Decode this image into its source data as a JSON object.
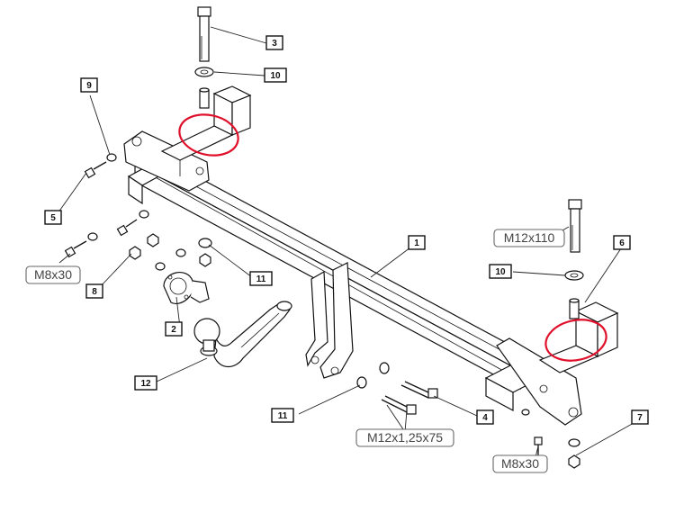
{
  "colors": {
    "line": "#111111",
    "highlight": "#e0102a",
    "spec_text": "#444444"
  },
  "part_labels": {
    "p1": "1",
    "p2": "2",
    "p3": "3",
    "p4": "4",
    "p5": "5",
    "p6": "6",
    "p7": "7",
    "p8": "8",
    "p9": "9",
    "p10a": "10",
    "p10b": "10",
    "p11a": "11",
    "p11b": "11",
    "p12": "12"
  },
  "specs": {
    "bolt_long": "M12x110",
    "bolt_small_left": "M8x30",
    "bolt_small_right": "M8x30",
    "bolt_fine": "M12x1,25x75"
  }
}
